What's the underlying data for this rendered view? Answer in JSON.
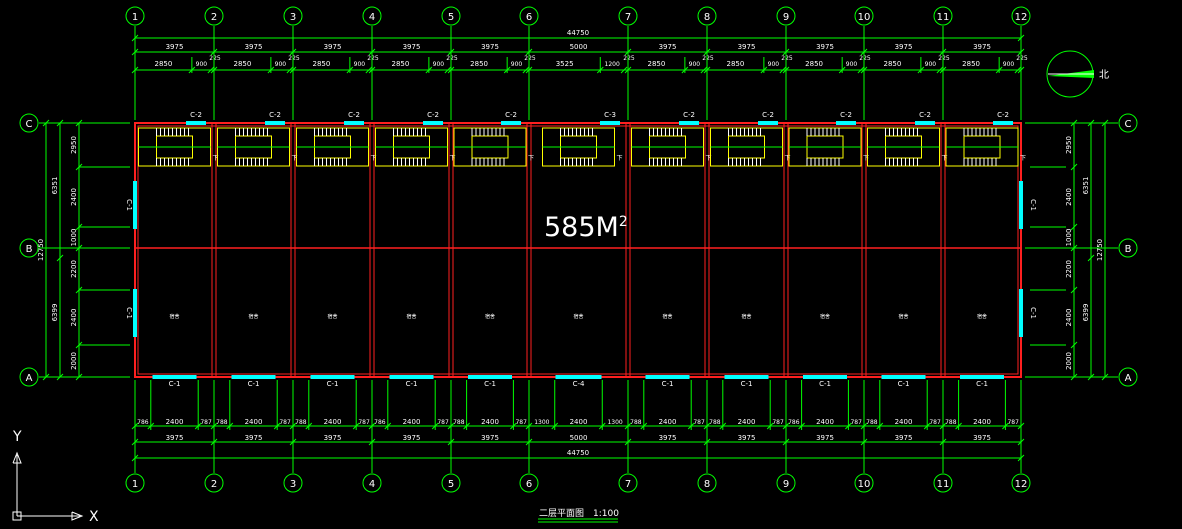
{
  "drawing": {
    "title": "二层平面图",
    "scale": "1:100",
    "area_label": "585M",
    "area_sup": "2",
    "north_label": "北"
  },
  "axes_x": [
    "1",
    "2",
    "3",
    "4",
    "5",
    "6",
    "7",
    "8",
    "9",
    "10",
    "11",
    "12"
  ],
  "axes_y": [
    "C",
    "B",
    "A"
  ],
  "ucs": {
    "x_label": "X",
    "y_label": "Y"
  },
  "dims_top": {
    "total": "44750",
    "row2": [
      "3975",
      "3975",
      "3975",
      "3975",
      "3975",
      "5000",
      "3975",
      "3975",
      "3975",
      "3975",
      "3975"
    ],
    "row3_widths": [
      "2850",
      "2850",
      "2850",
      "2850",
      "2850",
      "3525",
      "2850",
      "2850",
      "2850",
      "2850",
      "2850"
    ],
    "row3_right_900": "900",
    "row3_right_1200": "1200",
    "row3_225": "225"
  },
  "dims_bottom": {
    "total": "44750",
    "row2": [
      "3975",
      "3975",
      "3975",
      "3975",
      "3975",
      "5000",
      "3975",
      "3975",
      "3975",
      "3975",
      "3975"
    ],
    "row1": [
      [
        "786",
        "2400",
        "787"
      ],
      [
        "788",
        "2400",
        "787"
      ],
      [
        "788",
        "2400",
        "787"
      ],
      [
        "786",
        "2400",
        "787"
      ],
      [
        "788",
        "2400",
        "787"
      ],
      [
        "1300",
        "2400",
        "1300"
      ],
      [
        "788",
        "2400",
        "787"
      ],
      [
        "788",
        "2400",
        "787"
      ],
      [
        "786",
        "2400",
        "787"
      ],
      [
        "788",
        "2400",
        "787"
      ],
      [
        "788",
        "2400",
        "787"
      ]
    ]
  },
  "dims_side": {
    "total": "12750",
    "upper": "6351",
    "lower": "6399",
    "segments": [
      "2950",
      "2400",
      "1000",
      "2200",
      "2400",
      "2000"
    ]
  },
  "windows": {
    "top": [
      "C-2",
      "C-2",
      "C-2",
      "C-2",
      "C-2",
      "C-3",
      "C-2",
      "C-2",
      "C-2",
      "C-2",
      "C-2"
    ],
    "bottom": [
      "C-1",
      "C-1",
      "C-1",
      "C-1",
      "C-1",
      "C-4",
      "C-1",
      "C-1",
      "C-1",
      "C-1",
      "C-1"
    ],
    "side": "C-1"
  },
  "rooms": {
    "label": "宿舍",
    "stair_label": "下"
  },
  "colors": {
    "background": "#000000",
    "dimension": "#00ff00",
    "axis": "#00ff00",
    "wall": "#ff2020",
    "stair": "#ffff00",
    "window": "#00ffff",
    "text": "#ffffff"
  }
}
